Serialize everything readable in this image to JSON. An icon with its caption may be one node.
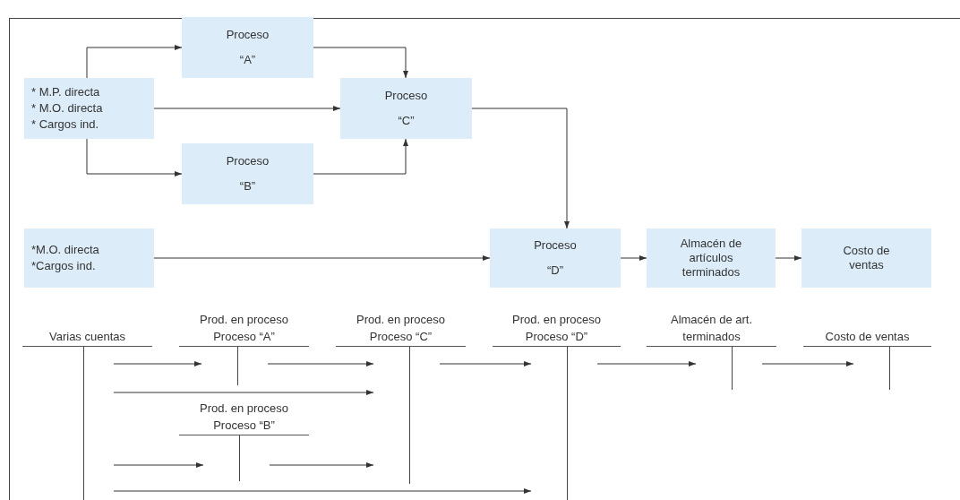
{
  "diagram": {
    "nodes": [
      {
        "text": [
          "* M.P. directa",
          "* M.O. directa",
          "* Cargos ind."
        ]
      },
      {
        "text": [
          "Proceso",
          "“A”"
        ]
      },
      {
        "text": [
          "Proceso",
          "“B”"
        ]
      },
      {
        "text": [
          "Proceso",
          "“C”"
        ]
      },
      {
        "text": [
          "*M.O. directa",
          "*Cargos ind."
        ]
      },
      {
        "text": [
          "Proceso",
          "“D”"
        ]
      },
      {
        "text": [
          "Almacén de artículos terminados"
        ]
      },
      {
        "text": [
          "Costo de ventas"
        ]
      },
      {
        "text": [
          "Varias cuentas"
        ]
      },
      {
        "text": [
          "Prod. en proceso Proceso “A”"
        ]
      },
      {
        "text": [
          "Prod. en proceso Proceso “C”"
        ]
      },
      {
        "text": [
          "Prod. en proceso Proceso “D”"
        ]
      },
      {
        "text": [
          "Almacén de art. terminados"
        ]
      },
      {
        "text": [
          "Costo de ventas"
        ]
      },
      {
        "text": [
          "Prod. en proceso Proceso “B”"
        ]
      }
    ],
    "edges": [
      {
        "from": 0,
        "to": 1,
        "arrow": "to"
      },
      {
        "from": 0,
        "to": 2,
        "arrow": "to"
      },
      {
        "from": 0,
        "to": 3,
        "arrow": "to"
      },
      {
        "from": 1,
        "to": 3,
        "arrow": "to"
      },
      {
        "from": 2,
        "to": 3,
        "arrow": "to"
      },
      {
        "from": 3,
        "to": 5,
        "arrow": "to"
      },
      {
        "from": 4,
        "to": 5,
        "arrow": "to"
      },
      {
        "from": 5,
        "to": 6,
        "arrow": "to"
      },
      {
        "from": 6,
        "to": 7,
        "arrow": "to"
      },
      {
        "from": 8,
        "to": 9,
        "arrow": "to"
      },
      {
        "from": 9,
        "to": 10,
        "arrow": "to"
      },
      {
        "from": 10,
        "to": 11,
        "arrow": "to"
      },
      {
        "from": 11,
        "to": 12,
        "arrow": "to"
      },
      {
        "from": 12,
        "to": 13,
        "arrow": "to"
      },
      {
        "from": 8,
        "to": 10,
        "arrow": "to"
      },
      {
        "from": 8,
        "to": 14,
        "arrow": "to"
      },
      {
        "from": 14,
        "to": 10,
        "arrow": "to"
      },
      {
        "from": 8,
        "to": 11,
        "arrow": "to"
      }
    ]
  }
}
